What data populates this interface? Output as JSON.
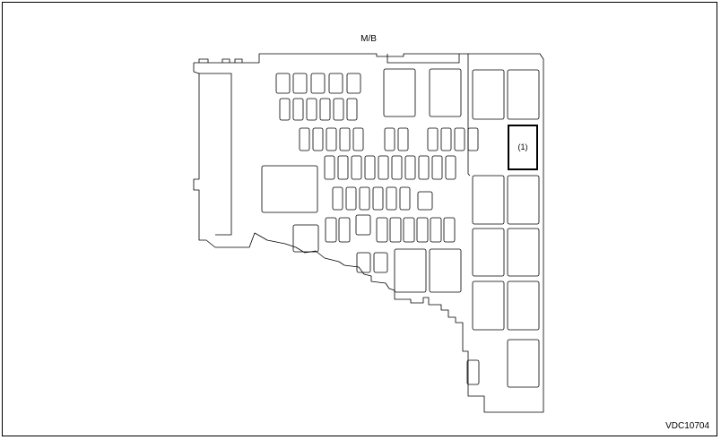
{
  "diagram": {
    "title": "M/B",
    "highlight_label": "(1)",
    "figure_code": "VDC10704"
  }
}
